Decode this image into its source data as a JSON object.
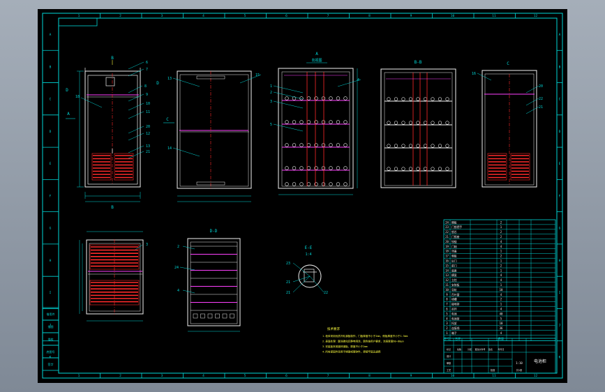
{
  "frame": {
    "bg_color": "#000000",
    "line_color": "#00d7d7",
    "top_numbers": [
      "1",
      "2",
      "3",
      "4",
      "5",
      "6",
      "7",
      "8",
      "9",
      "10",
      "11",
      "12"
    ],
    "side_letters": [
      "A",
      "B",
      "C",
      "D",
      "E",
      "F",
      "G",
      "H",
      "I",
      "J",
      "K"
    ]
  },
  "views": {
    "front_cut_label": "B",
    "front_cut_label_bottom": "B",
    "d_marker": "D",
    "a_marker": "A",
    "c_marker": "C",
    "front_callouts": [
      "6",
      "7",
      "8",
      "18",
      "9",
      "10",
      "11",
      "20",
      "12",
      "13",
      "21"
    ],
    "side_callouts": [
      "13",
      "15",
      "14"
    ],
    "a_view_title": "A",
    "a_view_sub": "向视图",
    "a_view_callouts": [
      "1",
      "2",
      "3",
      "5",
      "4"
    ],
    "bb_title": "B-B",
    "c_title": "C",
    "c_callouts": [
      "16",
      "20",
      "22",
      "21"
    ],
    "dd_title": "D-D",
    "dd_callouts": [
      "2",
      "24",
      "4"
    ],
    "ee_title": "E-E",
    "ee_scale": "1:4",
    "ee_callouts": [
      "23",
      "21",
      "22"
    ],
    "plan_callouts": [
      "3"
    ]
  },
  "notes": {
    "title": "技术要求",
    "lines": [
      "1.柜体采用优质冷轧钢板制作，门板厚度不小于2mm，侧板厚度不小于1.5mm",
      "2.表面处理：酸洗磷化后静电喷涂，颜色按用户要求，涂层厚度60~80μm",
      "3.安装板采用镀锌钢板，厚度不小于2mm",
      "4.所有紧固件采用不锈钢或镀锌件，焊接牢固无虚焊"
    ]
  },
  "bom": {
    "rows": [
      {
        "no": "24",
        "name": "隔板",
        "qty": "2"
      },
      {
        "no": "23",
        "name": "门锁把手",
        "qty": "1"
      },
      {
        "no": "22",
        "name": "锁芯",
        "qty": "2"
      },
      {
        "no": "21",
        "name": "门锁座",
        "qty": "2"
      },
      {
        "no": "20",
        "name": "铰链",
        "qty": "4"
      },
      {
        "no": "19",
        "name": "门轴",
        "qty": "4"
      },
      {
        "no": "18",
        "name": "顶盖",
        "qty": "1"
      },
      {
        "no": "17",
        "name": "侧板",
        "qty": "2"
      },
      {
        "no": "16",
        "name": "后门",
        "qty": "1"
      },
      {
        "no": "15",
        "name": "前门",
        "qty": "2"
      },
      {
        "no": "14",
        "name": "底座",
        "qty": "1"
      },
      {
        "no": "13",
        "name": "横梁",
        "qty": "4"
      },
      {
        "no": "12",
        "name": "立柱",
        "qty": "4"
      },
      {
        "no": "11",
        "name": "安装板",
        "qty": "1"
      },
      {
        "no": "10",
        "name": "导轨",
        "qty": "10"
      },
      {
        "no": "9",
        "name": "百叶窗",
        "qty": "4"
      },
      {
        "no": "8",
        "name": "线槽",
        "qty": "2"
      },
      {
        "no": "7",
        "name": "接地排",
        "qty": "1"
      },
      {
        "no": "6",
        "name": "吊环",
        "qty": "4"
      },
      {
        "no": "5",
        "name": "电池",
        "qty": "40"
      },
      {
        "no": "4",
        "name": "电池架",
        "qty": "5"
      },
      {
        "no": "3",
        "name": "托架",
        "qty": "10"
      },
      {
        "no": "2",
        "name": "连接线",
        "qty": "36"
      },
      {
        "no": "1",
        "name": "端子",
        "qty": "4"
      }
    ],
    "header": {
      "no": "序号",
      "name": "名称",
      "qty": "数量"
    }
  },
  "titleblock": {
    "drawing_title": "电池柜",
    "labels": [
      "标记",
      "处数",
      "分区",
      "更改文件号",
      "签名",
      "年月日"
    ],
    "design": "设计",
    "check": "审核",
    "process": "工艺",
    "approve": "批准",
    "scale": "1:10",
    "sheet": "共1张"
  },
  "left_strip": [
    "借用件",
    "描图",
    "描校",
    "底图号",
    "签字"
  ]
}
